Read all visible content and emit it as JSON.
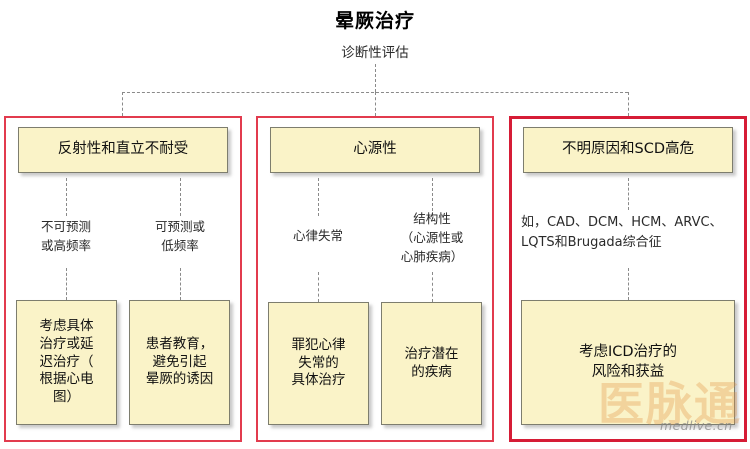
{
  "header": {
    "title": "晕厥治疗",
    "subtitle": "诊断性评估"
  },
  "groups": [
    {
      "id": "reflex-orthostatic",
      "header": "反射性和直立不耐受",
      "branches": [
        {
          "label": "不可预测\n或高频率",
          "outcome": "考虑具体\n治疗或延\n迟治疗（\n根据心电\n图）"
        },
        {
          "label": "可预测或\n低频率",
          "outcome": "患者教育，\n避免引起\n晕厥的诱因"
        }
      ]
    },
    {
      "id": "cardiac",
      "header": "心源性",
      "branches": [
        {
          "label": "心律失常",
          "outcome": "罪犯心律\n失常的\n具体治疗"
        },
        {
          "label": "结构性\n（心源性或\n心肺疾病）",
          "outcome": "治疗潜在\n的疾病"
        }
      ]
    },
    {
      "id": "unexplained-scd",
      "header": "不明原因和SCD高危",
      "branches": [
        {
          "label": "如，CAD、DCM、HCM、ARVC、\nLQTS和Brugada综合征",
          "outcome": "考虑ICD治疗的\n风险和获益"
        }
      ]
    }
  ],
  "watermark": {
    "chinese": "医脉通",
    "latin": "medlive.cn"
  },
  "colors": {
    "frame_red": "#e23b4e",
    "frame_red_strong": "#d61c36",
    "box_fill": "#faf3c8",
    "box_border": "#7d7d6e",
    "connector": "#8a8a8a",
    "watermark_orange": "#e29646"
  }
}
